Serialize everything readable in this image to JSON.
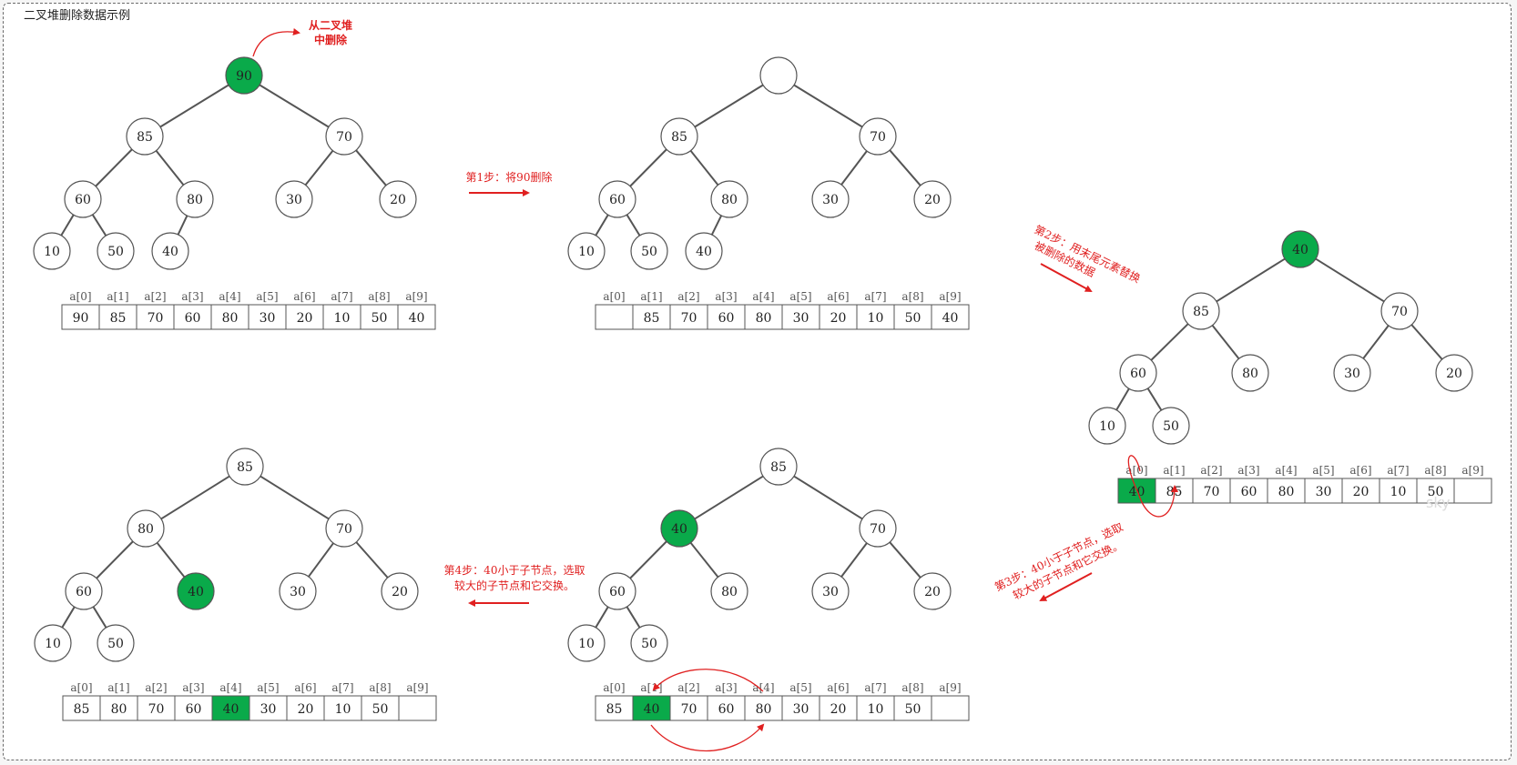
{
  "title": "二叉堆删除数据示例",
  "colors": {
    "highlight": "#0aaa4a",
    "plain": "#ffffff",
    "annotation": "#e02020",
    "line": "#555555"
  },
  "index_labels": [
    "a[0]",
    "a[1]",
    "a[2]",
    "a[3]",
    "a[4]",
    "a[5]",
    "a[6]",
    "a[7]",
    "a[8]",
    "a[9]"
  ],
  "annotations": {
    "delete_from_heap_line1": "从二叉堆",
    "delete_from_heap_line2": "中删除",
    "step1": "第1步：将90删除",
    "step2_line1": "第2步：用末尾元素替换",
    "step2_line2": "被删除的数据",
    "step3_line1": "第3步：40小于子节点，选取",
    "step3_line2": "较大的子节点和它交换。",
    "step4_line1": "第4步：40小于子节点，选取",
    "step4_line2": "较大的子节点和它交换。",
    "watermark": "sky"
  },
  "panels": [
    {
      "id": "original",
      "nodes": [
        {
          "value": "90",
          "highlight": true
        },
        {
          "value": "85"
        },
        {
          "value": "70"
        },
        {
          "value": "60"
        },
        {
          "value": "80"
        },
        {
          "value": "30"
        },
        {
          "value": "20"
        },
        {
          "value": "10"
        },
        {
          "value": "50"
        },
        {
          "value": "40"
        }
      ],
      "array": [
        "90",
        "85",
        "70",
        "60",
        "80",
        "30",
        "20",
        "10",
        "50",
        "40"
      ],
      "array_highlight": []
    },
    {
      "id": "step1",
      "nodes": [
        {
          "value": ""
        },
        {
          "value": "85"
        },
        {
          "value": "70"
        },
        {
          "value": "60"
        },
        {
          "value": "80"
        },
        {
          "value": "30"
        },
        {
          "value": "20"
        },
        {
          "value": "10"
        },
        {
          "value": "50"
        },
        {
          "value": "40"
        }
      ],
      "array": [
        "",
        "85",
        "70",
        "60",
        "80",
        "30",
        "20",
        "10",
        "50",
        "40"
      ],
      "array_highlight": []
    },
    {
      "id": "step2",
      "nodes": [
        {
          "value": "40",
          "highlight": true
        },
        {
          "value": "85"
        },
        {
          "value": "70"
        },
        {
          "value": "60"
        },
        {
          "value": "80"
        },
        {
          "value": "30"
        },
        {
          "value": "20"
        },
        {
          "value": "10"
        },
        {
          "value": "50"
        }
      ],
      "array": [
        "40",
        "85",
        "70",
        "60",
        "80",
        "30",
        "20",
        "10",
        "50",
        ""
      ],
      "array_highlight": [
        0
      ]
    },
    {
      "id": "step3",
      "nodes": [
        {
          "value": "85"
        },
        {
          "value": "40",
          "highlight": true
        },
        {
          "value": "70"
        },
        {
          "value": "60"
        },
        {
          "value": "80"
        },
        {
          "value": "30"
        },
        {
          "value": "20"
        },
        {
          "value": "10"
        },
        {
          "value": "50"
        }
      ],
      "array": [
        "85",
        "40",
        "70",
        "60",
        "80",
        "30",
        "20",
        "10",
        "50",
        ""
      ],
      "array_highlight": [
        1
      ]
    },
    {
      "id": "step4",
      "nodes": [
        {
          "value": "85"
        },
        {
          "value": "80"
        },
        {
          "value": "70"
        },
        {
          "value": "60"
        },
        {
          "value": "40",
          "highlight": true
        },
        {
          "value": "30"
        },
        {
          "value": "20"
        },
        {
          "value": "10"
        },
        {
          "value": "50"
        }
      ],
      "array": [
        "85",
        "80",
        "70",
        "60",
        "40",
        "30",
        "20",
        "10",
        "50",
        ""
      ],
      "array_highlight": [
        4
      ]
    }
  ]
}
